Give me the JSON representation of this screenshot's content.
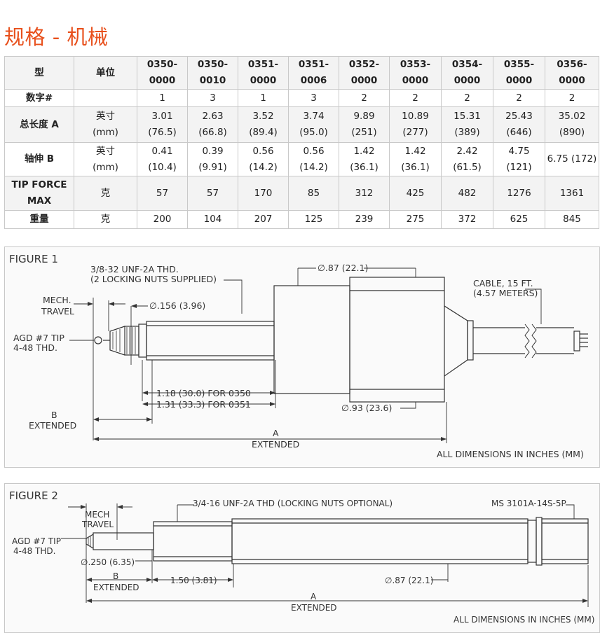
{
  "page_title": "规格 - 机械",
  "table": {
    "headers": [
      "型",
      "单位",
      "0350-\n0000",
      "0350-\n0010",
      "0351-\n0000",
      "0351-\n0006",
      "0352-\n0000",
      "0353-\n0000",
      "0354-\n0000",
      "0355-\n0000",
      "0356-\n0000"
    ],
    "rows": [
      {
        "label": "数字#",
        "unit": "",
        "values": [
          "1",
          "3",
          "1",
          "3",
          "2",
          "2",
          "2",
          "2",
          "2"
        ]
      },
      {
        "label": "总长度 A",
        "unit": "英寸\n(mm)",
        "values": [
          "3.01\n(76.5)",
          "2.63\n(66.8)",
          "3.52\n(89.4)",
          "3.74\n(95.0)",
          "9.89 (251)",
          "10.89\n(277)",
          "15.31\n(389)",
          "25.43\n(646)",
          "35.02\n(890)"
        ]
      },
      {
        "label": "轴伸 B",
        "unit": "英寸\n(mm)",
        "values": [
          "0.41\n(10.4)",
          "0.39\n(9.91)",
          "0.56\n(14.2)",
          "0.56\n(14.2)",
          "1.42\n(36.1)",
          "1.42 (36.1)",
          "2.42 (61.5)",
          "4.75 (121)",
          "6.75 (172)"
        ]
      },
      {
        "label": "TIP FORCE\nMAX",
        "unit": "克",
        "values": [
          "57",
          "57",
          "170",
          "85",
          "312",
          "425",
          "482",
          "1276",
          "1361"
        ]
      },
      {
        "label": "重量",
        "unit": "克",
        "values": [
          "200",
          "104",
          "207",
          "125",
          "239",
          "275",
          "372",
          "625",
          "845"
        ]
      }
    ]
  },
  "figure1": {
    "title": "FIGURE 1",
    "thread_label": "3/8-32 UNF-2A THD.",
    "nuts_label": "(2 LOCKING NUTS SUPPLIED)",
    "body_dia": "∅.87 (22.1)",
    "cable_label": "CABLE, 15 FT.",
    "cable_len": "(4.57 METERS)",
    "mech_label": "MECH.",
    "travel_label": "TRAVEL",
    "shaft_dia": "∅.156 (3.96)",
    "tip_label": "AGD #7 TIP",
    "tip_thread": "4-48 THD.",
    "len_0350": "1.18 (30.0) FOR 0350",
    "len_0351": "1.31 (33.3) FOR 0351",
    "housing_dia": "∅.93 (23.6)",
    "b_label": "B",
    "b_extended": "EXTENDED",
    "a_label": "A",
    "a_extended": "EXTENDED",
    "units_note": "ALL DIMENSIONS IN INCHES (MM)"
  },
  "figure2": {
    "title": "FIGURE 2",
    "thread_label": "3/4-16 UNF-2A THD (LOCKING NUTS OPTIONAL)",
    "connector_label": "MS 3101A-14S-5P",
    "mech_label": "MECH",
    "travel_label": "TRAVEL",
    "tip_label": "AGD #7 TIP",
    "tip_thread": "4-48 THD.",
    "shaft_dia": "∅.250 (6.35)",
    "b_label": "B",
    "b_extended": "EXTENDED",
    "len_label": "1.50 (3.81)",
    "body_dia": "∅.87 (22.1)",
    "a_label": "A",
    "a_extended": "EXTENDED",
    "units_note": "ALL DIMENSIONS IN INCHES (MM)"
  }
}
